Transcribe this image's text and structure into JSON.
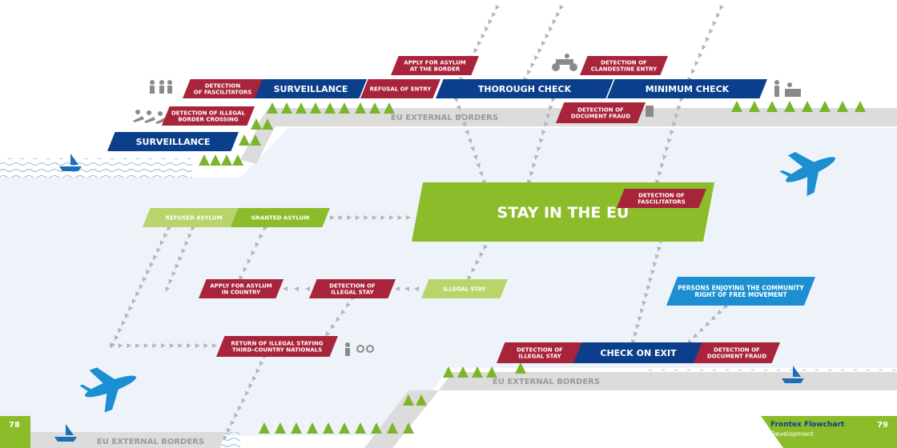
{
  "zones": {
    "border_top": "EU EXTERNAL BORDERS",
    "border_right": "EU EXTERNAL BORDERS",
    "border_bottom": "EU EXTERNAL BORDERS"
  },
  "nodes": {
    "detection_facilitators_top": [
      "DETECTION",
      "OF FASCILITATORS"
    ],
    "surveillance_top": [
      "SURVEILLANCE"
    ],
    "refusal_of_entry": [
      "REFUSAL OF ENTRY"
    ],
    "apply_asylum_border": [
      "APPLY FOR ASYLUM",
      "AT THE BORDER"
    ],
    "thorough_check": [
      "THOROUGH CHECK"
    ],
    "detection_clandestine": [
      "DETECTION OF",
      "CLANDESTINE ENTRY"
    ],
    "minimum_check": [
      "MINIMUM CHECK"
    ],
    "detection_illegal_crossing": [
      "DETECTION OF ILLEGAL",
      "BORDER CROSSING"
    ],
    "detection_document_fraud_top": [
      "DETECTION OF",
      "DOCUMENT FRAUD"
    ],
    "surveillance_left": [
      "SURVEILLANCE"
    ],
    "stay_in_eu": [
      "STAY IN THE EU"
    ],
    "detection_facilitators_stay": [
      "DETECTION OF",
      "FASCILITATORS"
    ],
    "refused_asylum": [
      "REFUSED ASYLUM"
    ],
    "granted_asylum": [
      "GRANTED ASYLUM"
    ],
    "apply_asylum_country": [
      "APPLY FOR ASYLUM",
      "IN COUNTRY"
    ],
    "detection_illegal_stay_mid": [
      "DETECTION OF",
      "ILLEGAL STAY"
    ],
    "illegal_stay": [
      "ILLEGAL STAY"
    ],
    "persons_free_movement": [
      "PERSONS ENJOYING THE COMMUNITY",
      "RIGHT OF FREE MOVEMENT"
    ],
    "return_illegal": [
      "RETURN OF ILLEGAL STAYING",
      "THIRD-COUNTRY NATIONALS"
    ],
    "detection_illegal_stay_exit": [
      "DETECTION OF",
      "ILLEGAL STAY"
    ],
    "check_on_exit": [
      "CHECK ON EXIT"
    ],
    "detection_document_fraud_exit": [
      "DETECTION OF",
      "DOCUMENT FRAUD"
    ]
  },
  "footer": {
    "page_left": "78",
    "page_right": "79",
    "title": "Frontex Flowchart",
    "subtitle": "Development"
  },
  "colors": {
    "red": "#a8243a",
    "blue": "#0b3f8c",
    "green": "#8cbc2a",
    "light_green": "#b8d46a",
    "cyan": "#1b8fd2",
    "road": "#dcdcdc",
    "land": "#eef3fa",
    "tree": "#7ab52b"
  }
}
